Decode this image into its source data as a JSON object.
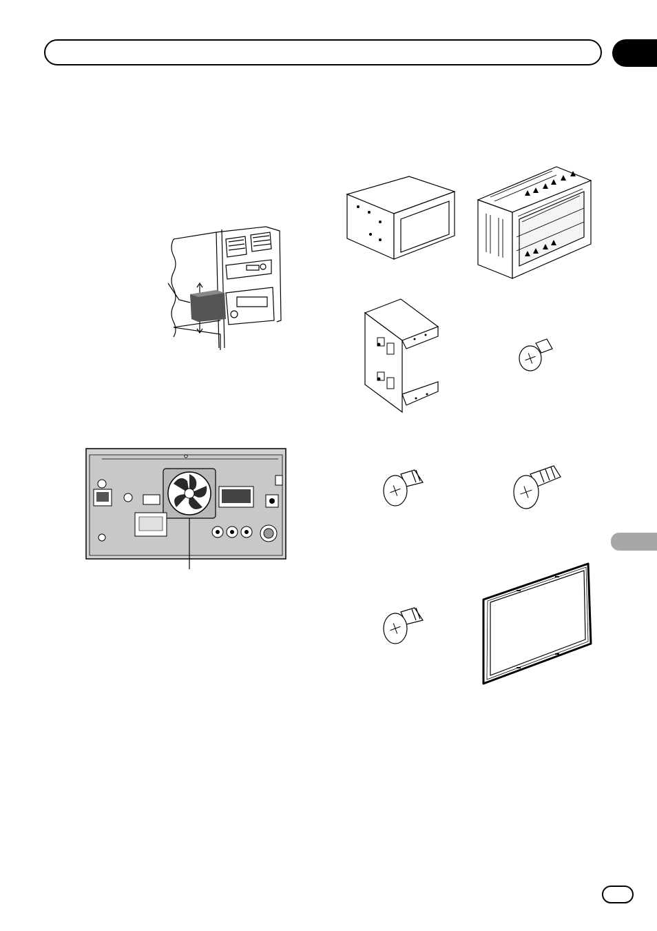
{
  "header": {
    "title": "",
    "chapter_number": ""
  },
  "side_tab": {
    "label": ""
  },
  "footer": {
    "page_badge": ""
  },
  "figures": {
    "fig-console": {
      "label": ""
    },
    "fig-rear": {
      "label": "",
      "callout": ""
    },
    "fig-parts": [
      {
        "id": "unit",
        "label": ""
      },
      {
        "id": "sleeve",
        "label": ""
      },
      {
        "id": "bracket",
        "label": ""
      },
      {
        "id": "screw-a",
        "label": ""
      },
      {
        "id": "screw-b",
        "label": ""
      },
      {
        "id": "screw-c",
        "label": ""
      },
      {
        "id": "screw-d",
        "label": ""
      },
      {
        "id": "trim-ring",
        "label": ""
      }
    ]
  },
  "colors": {
    "ink": "#000000",
    "tab_gray": "#a7a7a7",
    "panel_gray": "#c8c8c8"
  }
}
